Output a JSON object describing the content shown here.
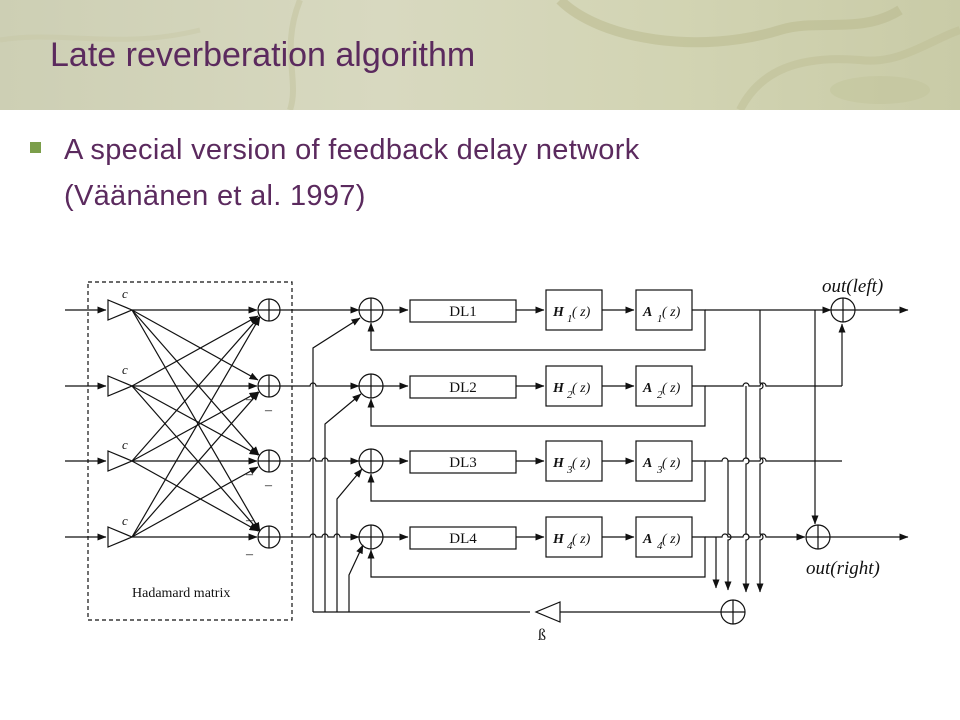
{
  "slide": {
    "title": "Late reverberation algorithm",
    "bullet_line1": "A special version of feedback delay network",
    "bullet_line2": "(Väänänen et al. 1997)"
  },
  "diagram": {
    "coefficient": "c",
    "minus_sign": "–",
    "hadamard_label": "Hadamard matrix",
    "delay_lines": [
      "DL1",
      "DL2",
      "DL3",
      "DL4"
    ],
    "filter_h_letter": "H",
    "filter_a_letter": "A",
    "filter_z": "( z)",
    "indices": [
      "1",
      "2",
      "3",
      "4"
    ],
    "out_left": "out(left)",
    "out_right": "out(right)",
    "feedback_gain": "ß"
  },
  "colors": {
    "title": "#5b2a5e",
    "bullet_marker": "#7b9e4a",
    "header_band": "#d2d4b3",
    "diagram_ink": "#111111"
  }
}
